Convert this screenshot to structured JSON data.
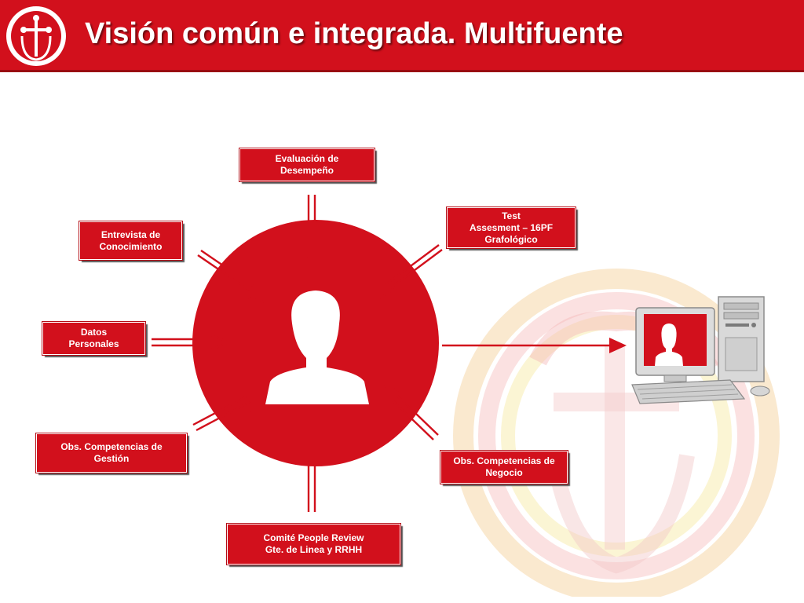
{
  "header": {
    "title": "Visión común e integrada. Multifuente"
  },
  "colors": {
    "brand_red": "#d2101c",
    "dark_red": "#9a0a12",
    "white": "#ffffff"
  },
  "diagram": {
    "boxes": {
      "evaluacion": [
        "Evaluación de",
        "Desempeño"
      ],
      "test": [
        "Test",
        "Assesment – 16PF",
        "Grafológico"
      ],
      "entrevista": [
        "Entrevista de",
        "Conocimiento"
      ],
      "datos": [
        "Datos",
        "Personales"
      ],
      "gestion": [
        "Obs. Competencias de",
        "Gestión"
      ],
      "negocio": [
        "Obs. Competencias de",
        "Negocio"
      ],
      "comite": [
        "Comité People Review",
        "Gte. de Linea y RRHH"
      ]
    },
    "center_icon": "person-silhouette-icon",
    "output_icon": "computer-icon"
  }
}
